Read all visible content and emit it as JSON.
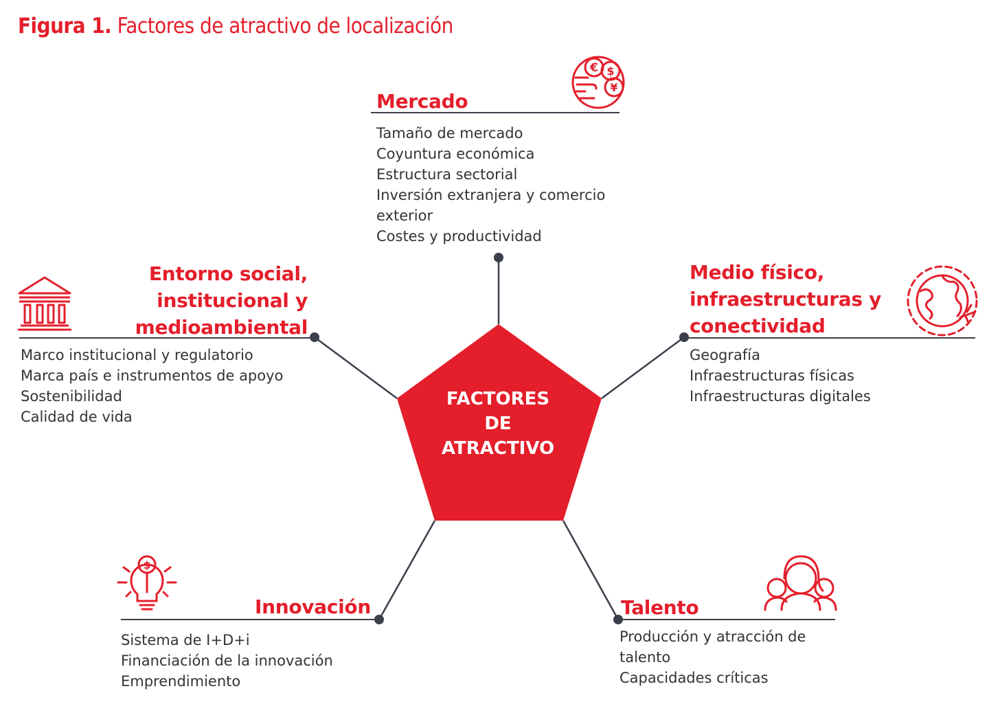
{
  "figure": {
    "number": "Figura 1.",
    "title": "Factores de atractivo de localización"
  },
  "colors": {
    "accent": "#e41e2b",
    "line": "#3a3f4a",
    "text": "#333333"
  },
  "center": {
    "lines": [
      "FACTORES",
      "DE",
      "ATRACTIVO"
    ]
  },
  "factors": {
    "mercado": {
      "title": "Mercado",
      "icon": "currency-coins-icon",
      "items": [
        "Tamaño de mercado",
        "Coyuntura económica",
        "Estructura sectorial",
        "Inversión extranjera y comercio\nexterior",
        "Costes y productividad"
      ]
    },
    "entorno": {
      "title": "Entorno social,\ninstitucional y\nmedioambiental",
      "icon": "institution-building-icon",
      "items": [
        "Marco institucional y regulatorio",
        "Marca país e instrumentos de apoyo",
        "Sostenibilidad",
        "Calidad de vida"
      ]
    },
    "medio": {
      "title": "Medio físico,\ninfraestructuras y\nconectividad",
      "icon": "globe-airplane-icon",
      "items": [
        "Geografía",
        "Infraestructuras físicas",
        "Infraestructuras digitales"
      ]
    },
    "innovacion": {
      "title": "Innovación",
      "icon": "lightbulb-money-icon",
      "items": [
        "Sistema de I+D+i",
        "Financiación de la innovación",
        "Emprendimiento"
      ]
    },
    "talento": {
      "title": "Talento",
      "icon": "people-group-icon",
      "items": [
        "Producción y atracción de\ntalento",
        "Capacidades críticas"
      ]
    }
  }
}
